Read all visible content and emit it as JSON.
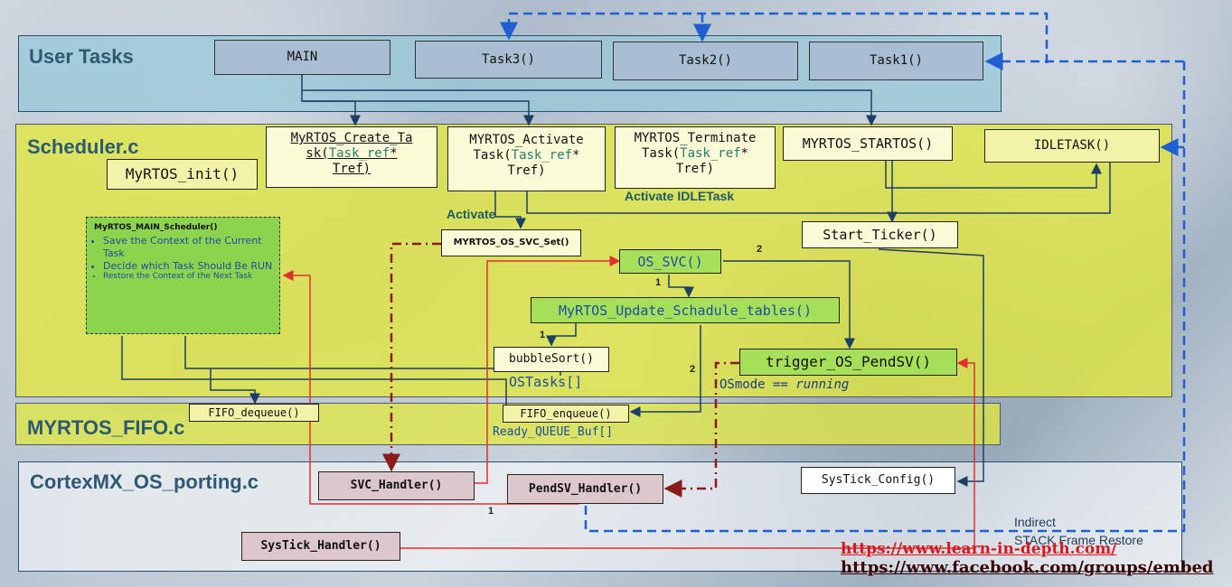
{
  "regions": {
    "user_tasks": "User Tasks",
    "scheduler": "Scheduler.c",
    "fifo": "MYRTOS_FIFO.c",
    "porting": "CortexMX_OS_porting.c"
  },
  "user_tasks": {
    "main": "MAIN",
    "task3": "Task3()",
    "task2": "Task2()",
    "task1": "Task1()"
  },
  "scheduler": {
    "init": "MyRTOS_init()",
    "create_l1": "MyRTOS_Create_Ta",
    "create_l2a": "sk(",
    "create_l2b": "Task_ref",
    "create_l2c": "*",
    "create_l3": "Tref)",
    "activate_l1": "MYRTOS_Activate",
    "activate_l2a": "Task(",
    "activate_l2b": "Task_ref",
    "activate_l2c": "*",
    "activate_l3": "Tref)",
    "terminate_l1": "MYRTOS_Terminate",
    "terminate_l2a": "Task(",
    "terminate_l2b": "Task_ref",
    "terminate_l2c": "*",
    "terminate_l3": "Tref)",
    "startos": "MYRTOS_STARTOS()",
    "idle": "IDLETASK()",
    "activate_idle": "Activate IDLETask",
    "activate_lbl": "Activate",
    "svc_set": "MYRTOS_OS_SVC_Set()",
    "start_ticker": "Start_Ticker()",
    "os_svc": "OS_SVC()",
    "update_tables": "MyRTOS_Update_Schadule_tables()",
    "bubblesort": "bubbleSort()",
    "ostasks": "OSTasks[]",
    "trigger_pendsv": "trigger_OS_PendSV()",
    "osmode_a": "OSmode == ",
    "osmode_b": "running",
    "main_sched": {
      "title": "MyRTOS_MAIN_Scheduler()",
      "items": [
        "Save the Context of the Current Task",
        "Decide which Task Should Be RUN",
        "Restore the Context of the Next Task"
      ]
    },
    "num_2a": "2",
    "num_1a": "1",
    "num_1b": "1",
    "num_2b": "2"
  },
  "fifo": {
    "dequeue": "FIFO_dequeue()",
    "enqueue": "FIFO_enqueue()",
    "ready_buf": "Ready_QUEUE_Buf[]"
  },
  "porting": {
    "svc_handler": "SVC_Handler()",
    "pendsv_handler": "PendSV_Handler()",
    "systick_config": "SysTick_Config()",
    "systick_handler": "SysTick_Handler()",
    "indirect_l1": "Indirect",
    "indirect_l2": "STACK Frame Restore",
    "num_1": "1"
  },
  "urls": [
    "https://www.learn-in-depth.com/",
    "https://www.facebook.com/groups/embed"
  ],
  "colors": {
    "user_region": "#96c8d7",
    "sched_region": "#e2e83c",
    "dashed_blue": "#1f5fd1",
    "red": "#e03030",
    "darkred": "#8b1a1a",
    "url_red": "#d71920",
    "url_dark": "#3b0000"
  }
}
